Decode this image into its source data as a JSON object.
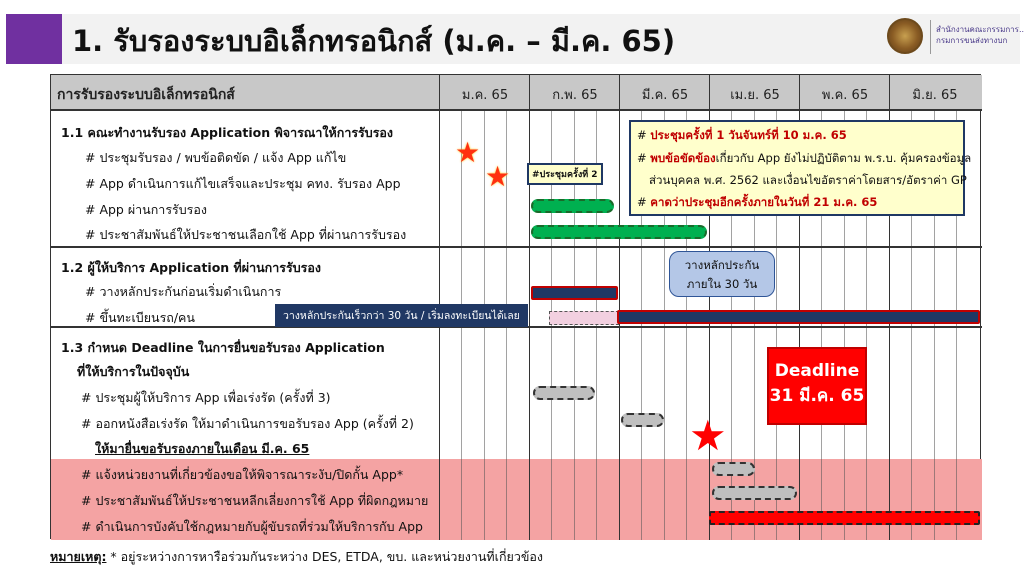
{
  "title": "1. รับรองระบบอิเล็กทรอนิกส์ (ม.ค. – มี.ค. 65)",
  "agency": {
    "line1": "สำนักงานคณะกรรมการ...",
    "line2": "กรมการขนส่งทางบก"
  },
  "table": {
    "header_label": "การรับรองระบบอิเล็กทรอนิกส์",
    "months": [
      "ม.ค. 65",
      "ก.พ. 65",
      "มี.ค. 65",
      "เม.ย. 65",
      "พ.ค. 65",
      "มิ.ย. 65"
    ]
  },
  "sections": {
    "s1": {
      "heading": "1.1 คณะทำงานรับรอง Application พิจารณาให้การรับรอง",
      "items": [
        "# ประชุมรับรอง / พบข้อติดขัด / แจ้ง App แก้ไข",
        "# App ดำเนินการแก้ไขเสร็จและประชุม คทง. รับรอง App",
        "# App ผ่านการรับรอง",
        "# ประชาสัมพันธ์ให้ประชาชนเลือกใช้ App ที่ผ่านการรับรอง"
      ]
    },
    "s2": {
      "heading": "1.2 ผู้ให้บริการ Application ที่ผ่านการรับรอง",
      "items": [
        "# วางหลักประกันก่อนเริ่มดำเนินการ",
        "# ขึ้นทะเบียนรถ/คน"
      ]
    },
    "s3": {
      "heading_line1": "1.3 กำหนด Deadline ในการยื่นขอรับรอง Application",
      "heading_line2": "ที่ให้บริการในปัจจุบัน",
      "items": [
        "# ประชุมผู้ให้บริการ App เพื่อเร่งรัด (ครั้งที่ 3)",
        "# ออกหนังสือเร่งรัด ให้มาดำเนินการขอรับรอง App (ครั้งที่ 2)"
      ],
      "underlined": "ให้มายื่นขอรับรองภายในเดือน มี.ค. 65"
    },
    "s4": {
      "items": [
        "# แจ้งหน่วยงานที่เกี่ยวข้องขอให้พิจารณาระงับ/ปิดกั้น App*",
        "# ประชาสัมพันธ์ให้ประชาชนหลีกเลี่ยงการใช้ App ที่ผิดกฎหมาย",
        "# ดำเนินการบังคับใช้กฎหมายกับผู้ขับรถที่ร่วมให้บริการกับ App"
      ]
    }
  },
  "callouts": {
    "meeting": {
      "line1_hash": "#",
      "line1": "ประชุมครั้งที่ 1 วันจันทร์ที่ 10 ม.ค. 65",
      "line2_hash": "#",
      "line2_bold": "พบข้อขัดข้อง",
      "line2_rest": "เกี่ยวกับ App ยังไม่ปฏิบัติตาม พ.ร.บ. คุ้มครองข้อมูล",
      "line3": "ส่วนบุคคล พ.ศ. 2562 และเงื่อนไขอัตราค่าโดยสาร/อัตราค่า GP",
      "line4_hash": "#",
      "line4": "คาดว่าประชุมอีกครั้งภายในวันที่ 21 ม.ค. 65"
    },
    "meeting2": "#ประชุมครั้งที่ 2",
    "guarantee_line1": "วางหลักประกัน",
    "guarantee_line2": "ภายใน 30 วัน",
    "banner": "วางหลักประกันเร็วกว่า 30 วัน / เริ่มลงทะเบียนได้เลย",
    "deadline_line1": "Deadline",
    "deadline_line2": "31 มี.ค. 65"
  },
  "note": {
    "label": "หมายเหตุ:",
    "text": " * อยู่ระหว่างการหารือร่วมกันระหว่าง DES, ETDA, ขบ. และหน่วยงานที่เกี่ยวข้อง"
  },
  "colors": {
    "accent": "#7030a0",
    "header_gray": "#c8c8c8",
    "pink_band": "#f4a3a3",
    "green": "#00b050",
    "navy": "#203864",
    "red": "#ff0000",
    "callout_yellow": "#ffffcc",
    "bubble_blue": "#b4c7e7"
  }
}
